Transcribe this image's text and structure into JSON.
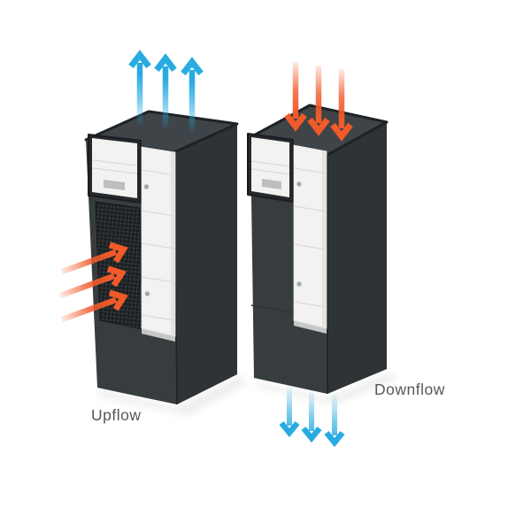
{
  "diagram": {
    "type": "airflow-configuration-diagram",
    "units": [
      {
        "id": "upflow-unit",
        "label": "Upflow",
        "airflow": {
          "intake_side": "front-left perforated panel",
          "intake_arrow_count": 3,
          "intake_arrow_color": "orange",
          "exhaust_side": "top",
          "exhaust_arrow_count": 3,
          "exhaust_arrow_color": "blue"
        }
      },
      {
        "id": "downflow-unit",
        "label": "Downflow",
        "airflow": {
          "intake_side": "top",
          "intake_arrow_count": 3,
          "intake_arrow_color": "orange",
          "exhaust_side": "bottom",
          "exhaust_arrow_count": 3,
          "exhaust_arrow_color": "blue"
        }
      }
    ]
  },
  "colors": {
    "bg": "#FFFFFF",
    "arrowBlue": "#29ABE2",
    "arrowOrange": "#F15A29",
    "cabinetFront": "#373C3F",
    "cabinetSide": "#2E3336",
    "cabinetTop": "#3E4448",
    "cabinetRim": "#1E2225",
    "panelFrame": "#26292C",
    "panelWhite": "#F2F2F1",
    "badgeGray": "#BEBFBD",
    "labelText": "#55575A"
  }
}
